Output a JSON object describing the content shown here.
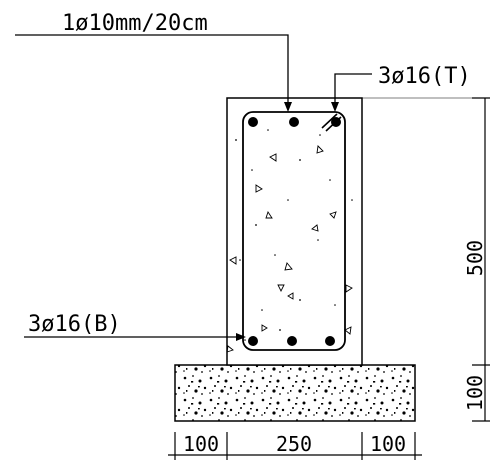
{
  "annotations": {
    "stirrup": "1ø10mm/20cm",
    "top_bars": "3ø16(T)",
    "bottom_bars": "3ø16(B)"
  },
  "dimensions": {
    "height_beam": "500",
    "height_base": "100",
    "width_left": "100",
    "width_mid": "250",
    "width_right": "100"
  },
  "reinforcement": {
    "top_count": 3,
    "bottom_count": 3
  }
}
